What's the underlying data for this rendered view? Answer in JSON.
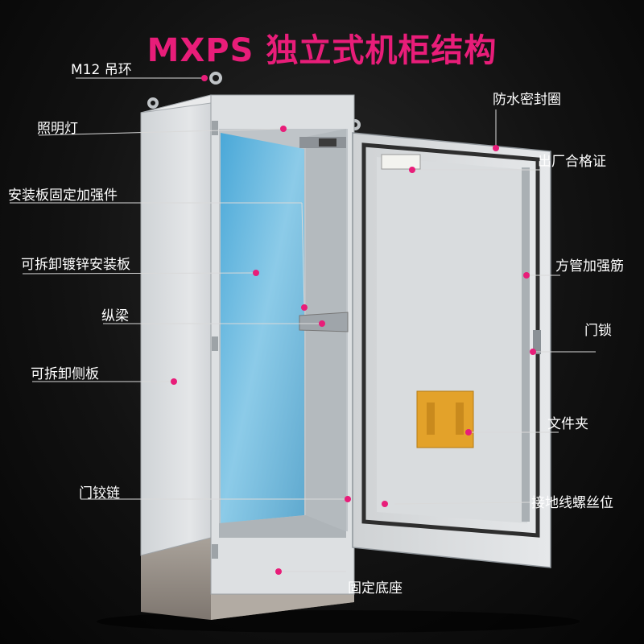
{
  "title": "MXPS 独立式机柜结构",
  "labels": {
    "lifting_eye": "M12 吊环",
    "lighting": "照明灯",
    "mount_reinforce": "安装板固定加强件",
    "mount_plate": "可拆卸镀锌安装板",
    "longitudinal_beam": "纵梁",
    "side_panel": "可拆卸侧板",
    "door_hinge": "门铰链",
    "seal": "防水密封圈",
    "certificate": "出厂合格证",
    "tube_reinforce": "方管加强筋",
    "door_lock": "门锁",
    "file_holder": "文件夹",
    "ground_screw": "接地线螺丝位",
    "base": "固定底座"
  },
  "colors": {
    "title": "#e81d79",
    "marker": "#e81d79",
    "leader": "#d9d9d9",
    "label": "#ffffff"
  }
}
